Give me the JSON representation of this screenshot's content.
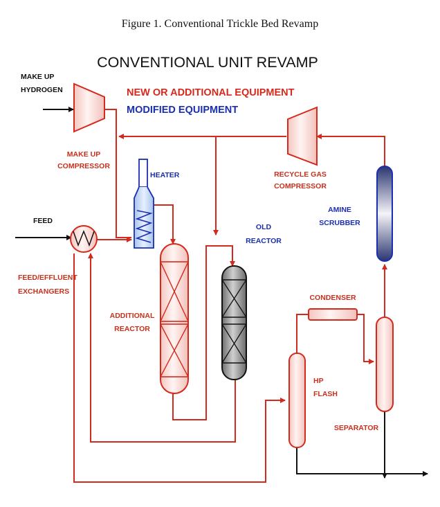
{
  "figure_caption": "Figure 1. Conventional Trickle Bed Revamp",
  "title": "CONVENTIONAL UNIT REVAMP",
  "legend": {
    "new_equipment": "NEW OR ADDITIONAL EQUIPMENT",
    "modified_equipment": "MODIFIED EQUIPMENT"
  },
  "labels": {
    "makeup_hydrogen_line1": "MAKE UP",
    "makeup_hydrogen_line2": "HYDROGEN",
    "makeup_compressor_line1": "MAKE UP",
    "makeup_compressor_line2": "COMPRESSOR",
    "heater": "HEATER",
    "recycle_gas_line1": "RECYCLE GAS",
    "recycle_gas_line2": "COMPRESSOR",
    "amine_line1": "AMINE",
    "amine_line2": "SCRUBBER",
    "feed": "FEED",
    "old_reactor_line1": "OLD",
    "old_reactor_line2": "REACTOR",
    "feed_effluent_line1": "FEED/EFFLUENT",
    "feed_effluent_line2": "EXCHANGERS",
    "additional_reactor_line1": "ADDITIONAL",
    "additional_reactor_line2": "REACTOR",
    "condenser": "CONDENSER",
    "hp_flash_line1": "HP",
    "hp_flash_line2": "FLASH",
    "separator": "SEPARATOR"
  },
  "colors": {
    "new": "#d42a1e",
    "modified": "#1a2eb0",
    "existing": "#111111"
  }
}
